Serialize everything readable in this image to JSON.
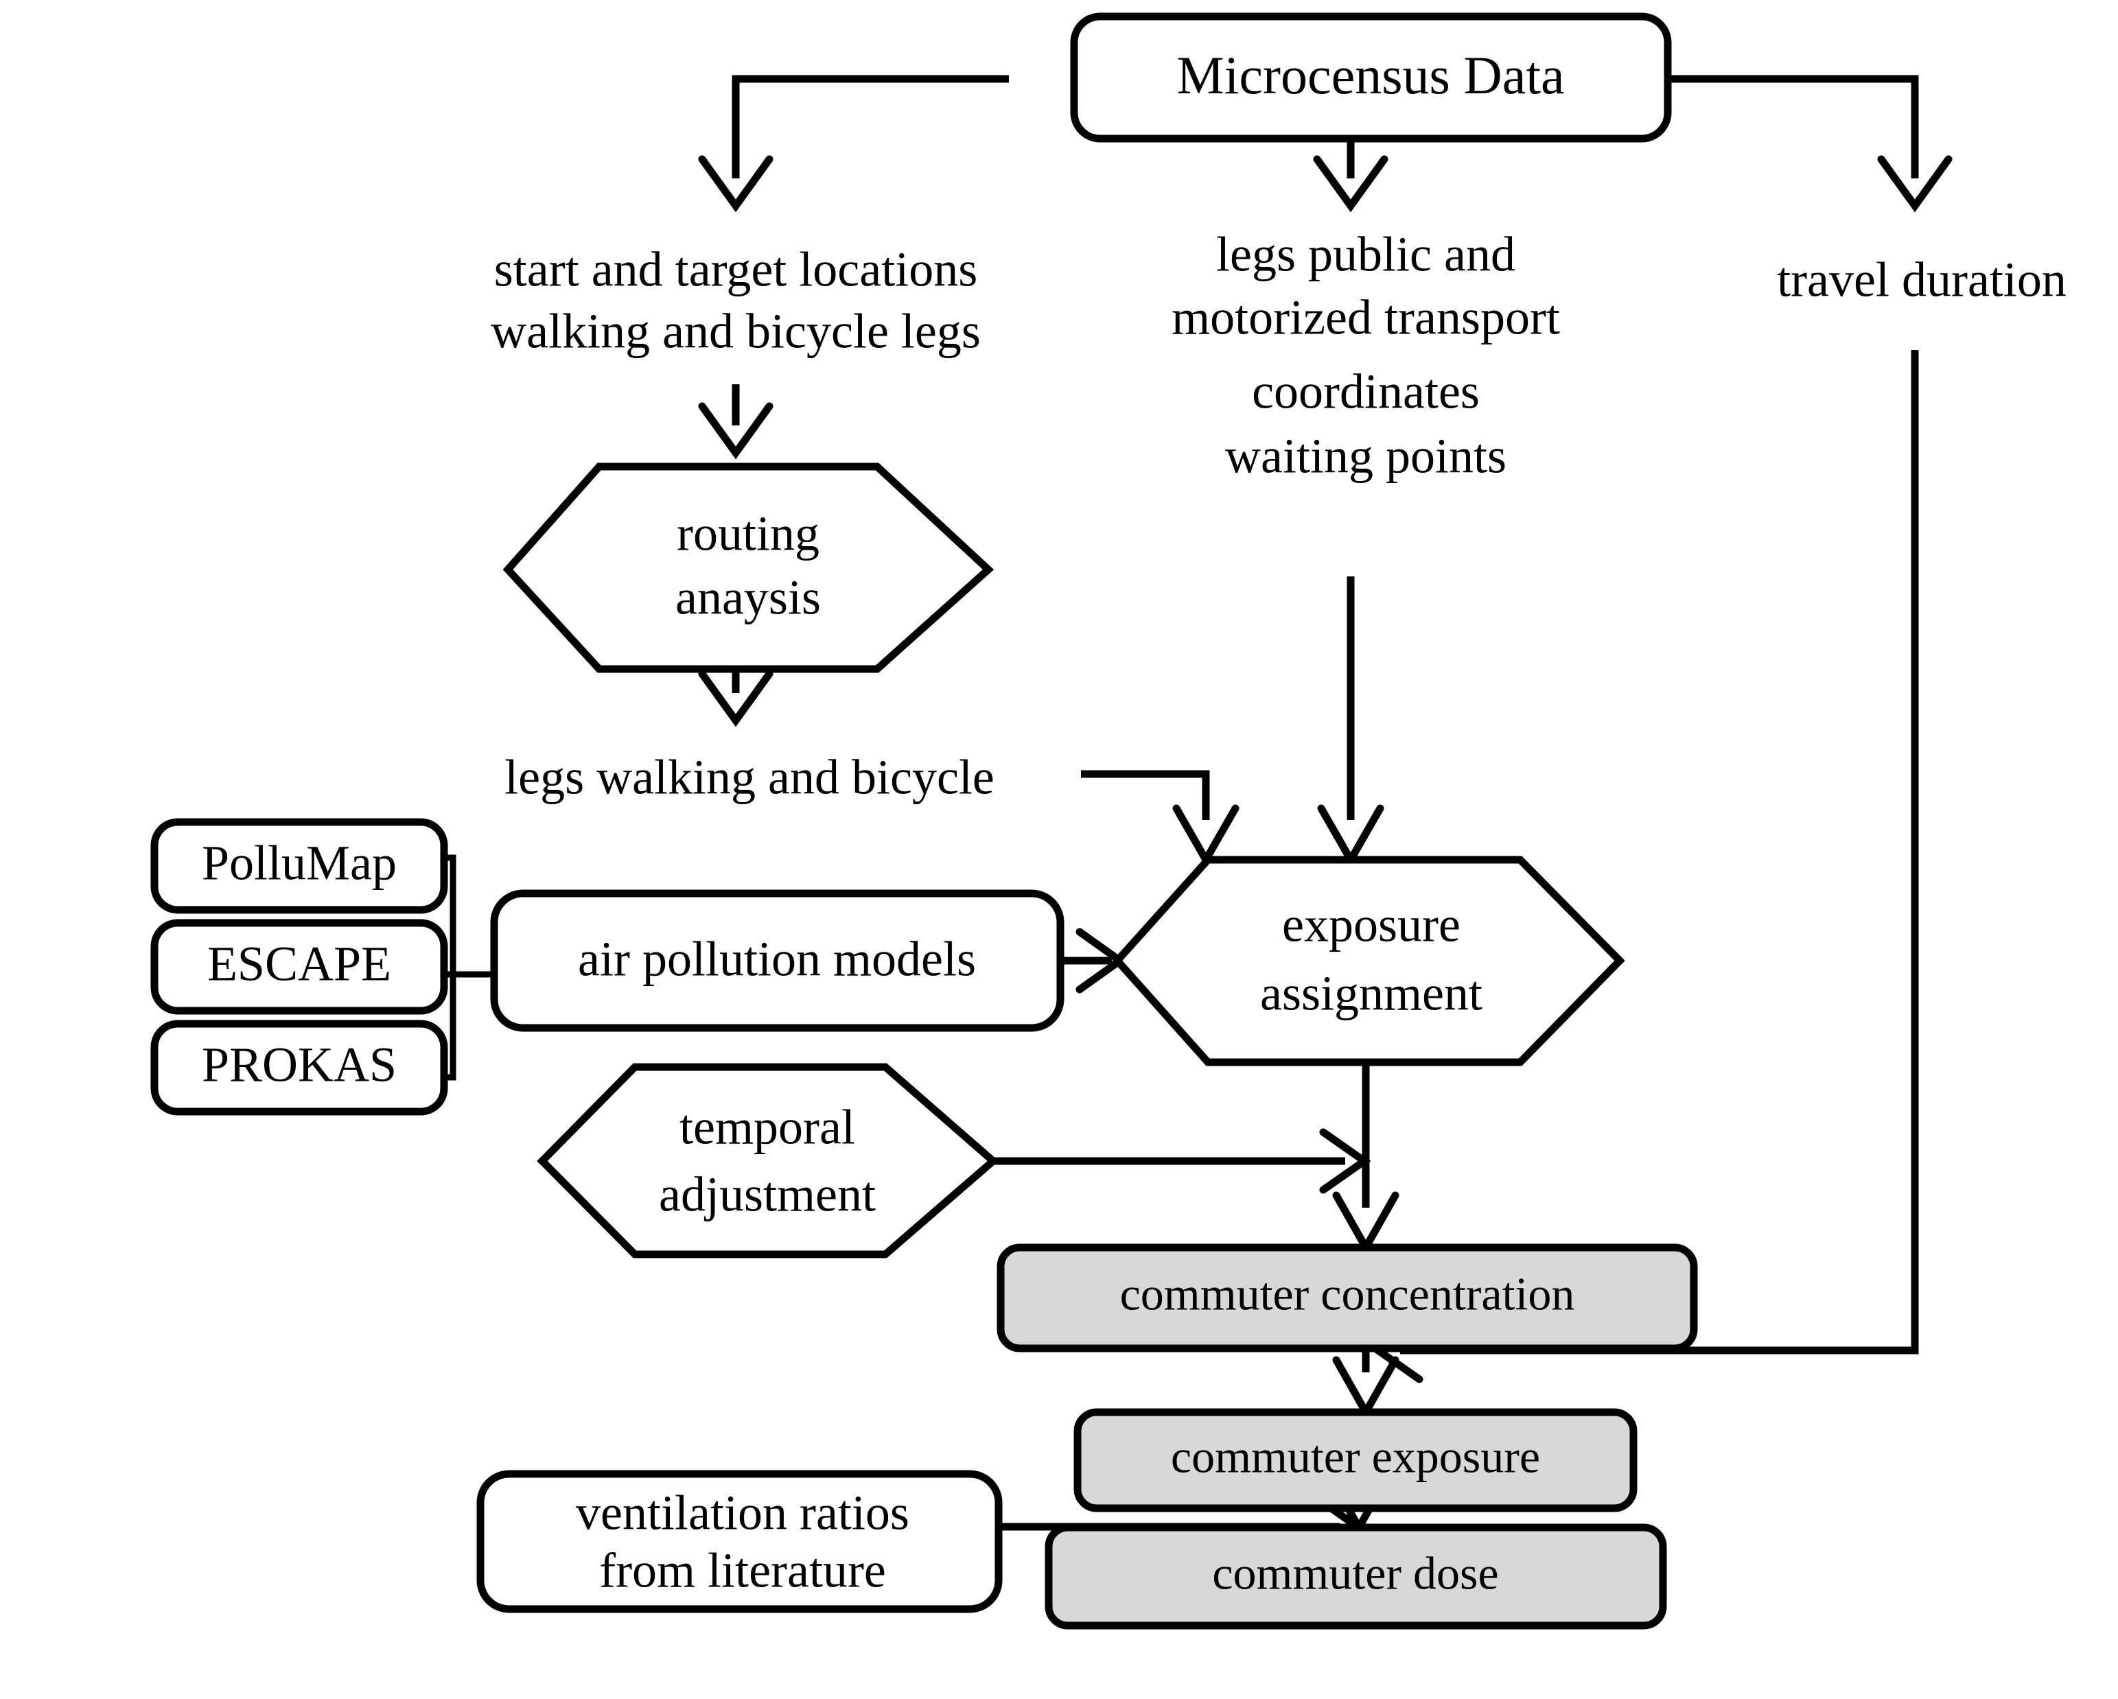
{
  "diagram": {
    "title": "Commuter exposure and dose assessment workflow",
    "type": "flowchart",
    "colors": {
      "stroke": "#000000",
      "background": "#ffffff",
      "result_fill": "#d8d8d8",
      "node_fill": "#ffffff"
    }
  },
  "nodes": {
    "source": {
      "label": "Microcensus Data",
      "shape": "rounded-rect"
    },
    "label_start_target": {
      "line1": "start and target locations",
      "line2": "walking and bicycle legs",
      "shape": "text"
    },
    "label_legs_public": {
      "line1": "legs public and",
      "line2": "motorized transport",
      "line3": "coordinates",
      "line4": "waiting points",
      "shape": "text"
    },
    "label_travel_duration": {
      "label": "travel duration",
      "shape": "text"
    },
    "routing": {
      "line1": "routing",
      "line2": "anaysis",
      "shape": "hexagon"
    },
    "label_legs_walking": {
      "label": "legs walking and bicycle",
      "shape": "text"
    },
    "pollumap": {
      "label": "PolluMap",
      "shape": "rounded-rect"
    },
    "escape": {
      "label": "ESCAPE",
      "shape": "rounded-rect"
    },
    "prokas": {
      "label": "PROKAS",
      "shape": "rounded-rect"
    },
    "air_models": {
      "label": "air pollution models",
      "shape": "rounded-rect"
    },
    "exposure_assignment": {
      "line1": "exposure",
      "line2": "assignment",
      "shape": "hexagon"
    },
    "temporal_adjustment": {
      "line1": "temporal",
      "line2": "adjustment",
      "shape": "hexagon"
    },
    "commuter_concentration": {
      "label": "commuter concentration",
      "shape": "rounded-rect",
      "shaded": true
    },
    "commuter_exposure": {
      "label": "commuter exposure",
      "shape": "rounded-rect",
      "shaded": true
    },
    "commuter_dose": {
      "label": "commuter dose",
      "shape": "rounded-rect",
      "shaded": true
    },
    "ventilation": {
      "line1": "ventilation ratios",
      "line2": "from literature",
      "shape": "rounded-rect"
    }
  },
  "edges": [
    {
      "from": "source",
      "to": "label_start_target"
    },
    {
      "from": "source",
      "to": "label_legs_public"
    },
    {
      "from": "source",
      "to": "label_travel_duration"
    },
    {
      "from": "label_start_target",
      "to": "routing"
    },
    {
      "from": "routing",
      "to": "label_legs_walking"
    },
    {
      "from": "label_legs_walking",
      "to": "exposure_assignment"
    },
    {
      "from": "label_legs_public",
      "to": "exposure_assignment"
    },
    {
      "from": "pollumap",
      "to": "air_models"
    },
    {
      "from": "escape",
      "to": "air_models"
    },
    {
      "from": "prokas",
      "to": "air_models"
    },
    {
      "from": "air_models",
      "to": "exposure_assignment"
    },
    {
      "from": "exposure_assignment",
      "to": "commuter_concentration"
    },
    {
      "from": "temporal_adjustment",
      "to": "commuter_concentration"
    },
    {
      "from": "commuter_concentration",
      "to": "commuter_exposure"
    },
    {
      "from": "label_travel_duration",
      "to": "commuter_exposure"
    },
    {
      "from": "commuter_exposure",
      "to": "commuter_dose"
    },
    {
      "from": "ventilation",
      "to": "commuter_dose"
    }
  ]
}
